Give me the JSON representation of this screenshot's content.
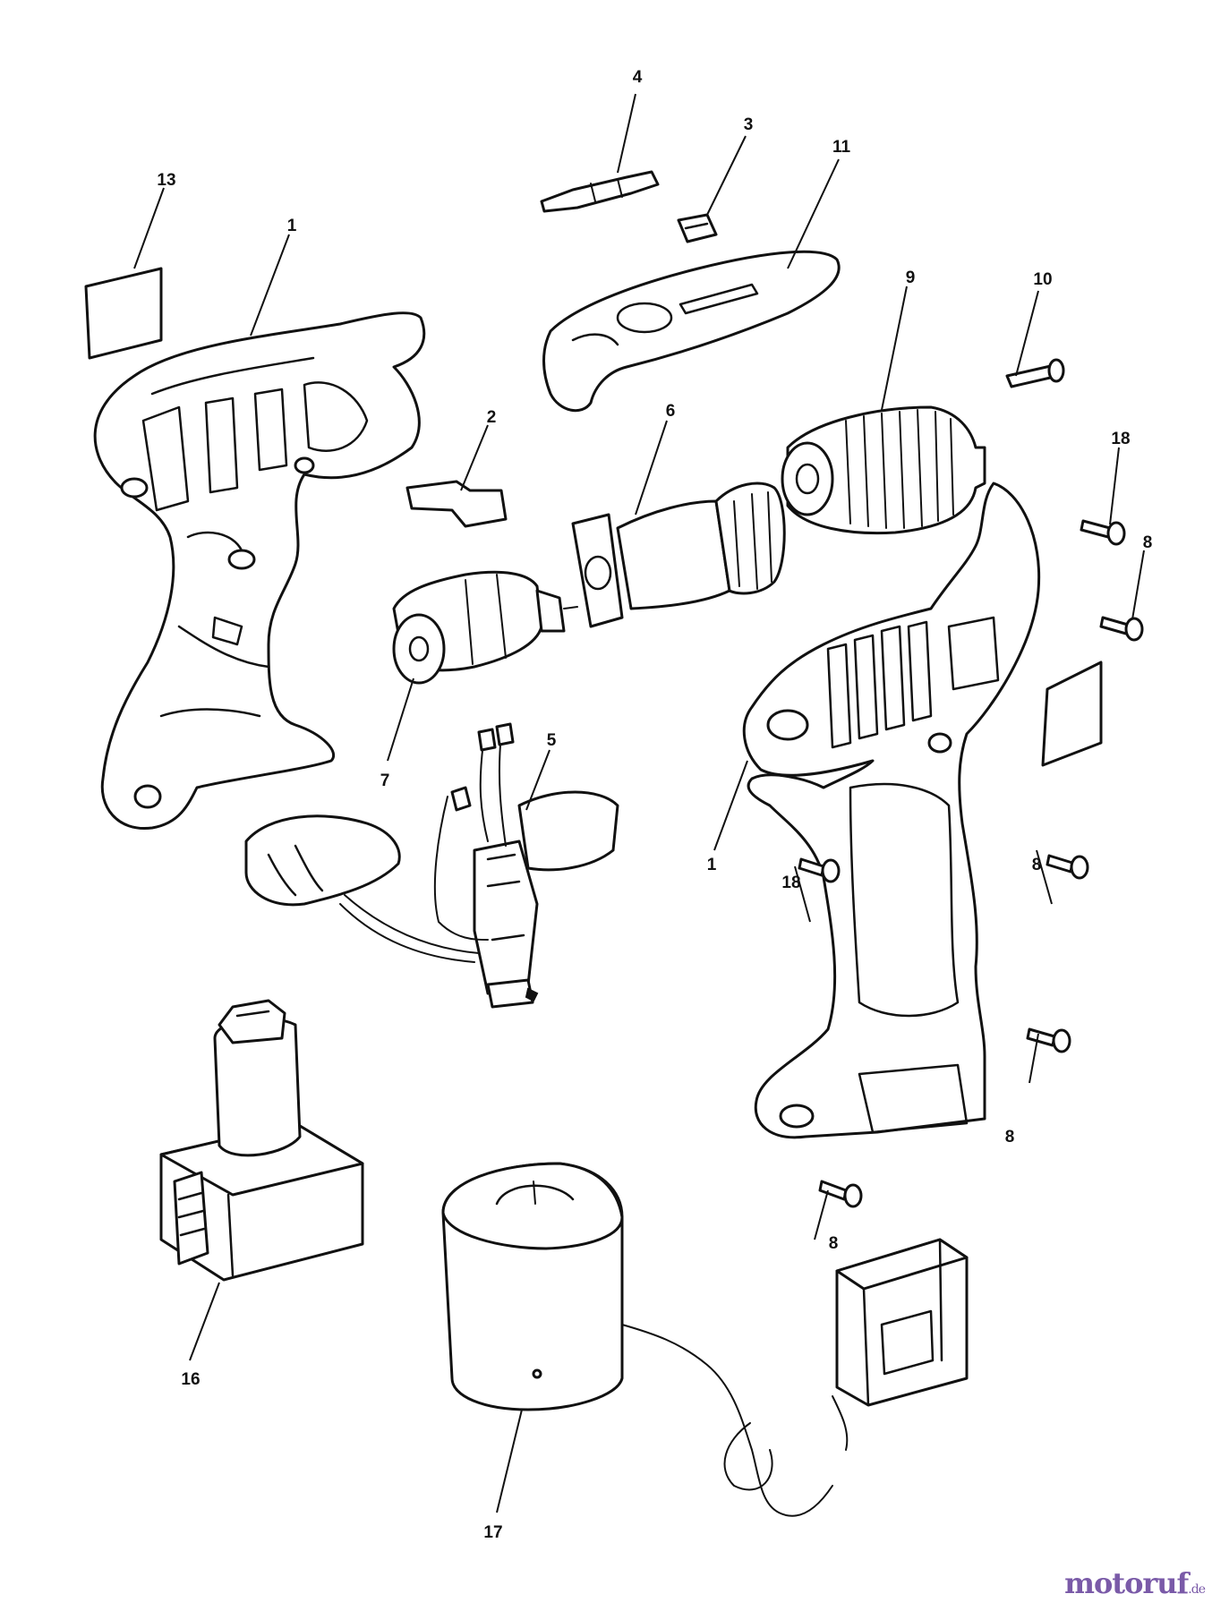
{
  "parts": {
    "housing_left": "1",
    "housing_right": "1",
    "switch_lever": "2",
    "bit_holder": "3",
    "screwdriver_bit": "4",
    "switch": "5",
    "gearbox": "6",
    "motor": "7",
    "screw_a": "8",
    "screw_b": "8",
    "screw_c": "8",
    "screw_d": "8",
    "chuck": "9",
    "chuck_screw": "10",
    "top_cover": "11",
    "label_left": "13",
    "battery_pack": "16",
    "charger": "17",
    "screw_e": "18",
    "screw_f": "18"
  },
  "watermark": {
    "main": "motoruf",
    "tld": ".de"
  }
}
